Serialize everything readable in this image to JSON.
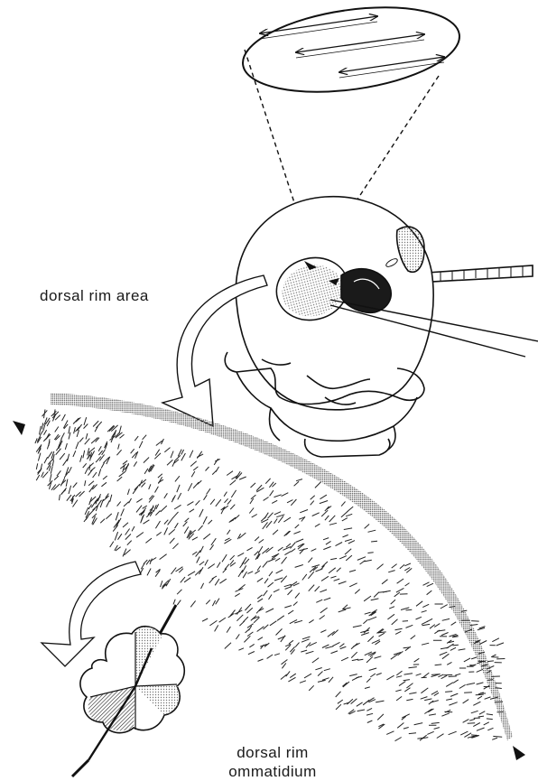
{
  "labels": {
    "dorsal_rim_area": "dorsal rim area",
    "dorsal_rim_ommatidium_line1": "dorsal rim",
    "dorsal_rim_ommatidium_line2": "ommatidium"
  },
  "colors": {
    "ink": "#111111",
    "stipple": "#9a9a9a",
    "background": "#ffffff"
  }
}
